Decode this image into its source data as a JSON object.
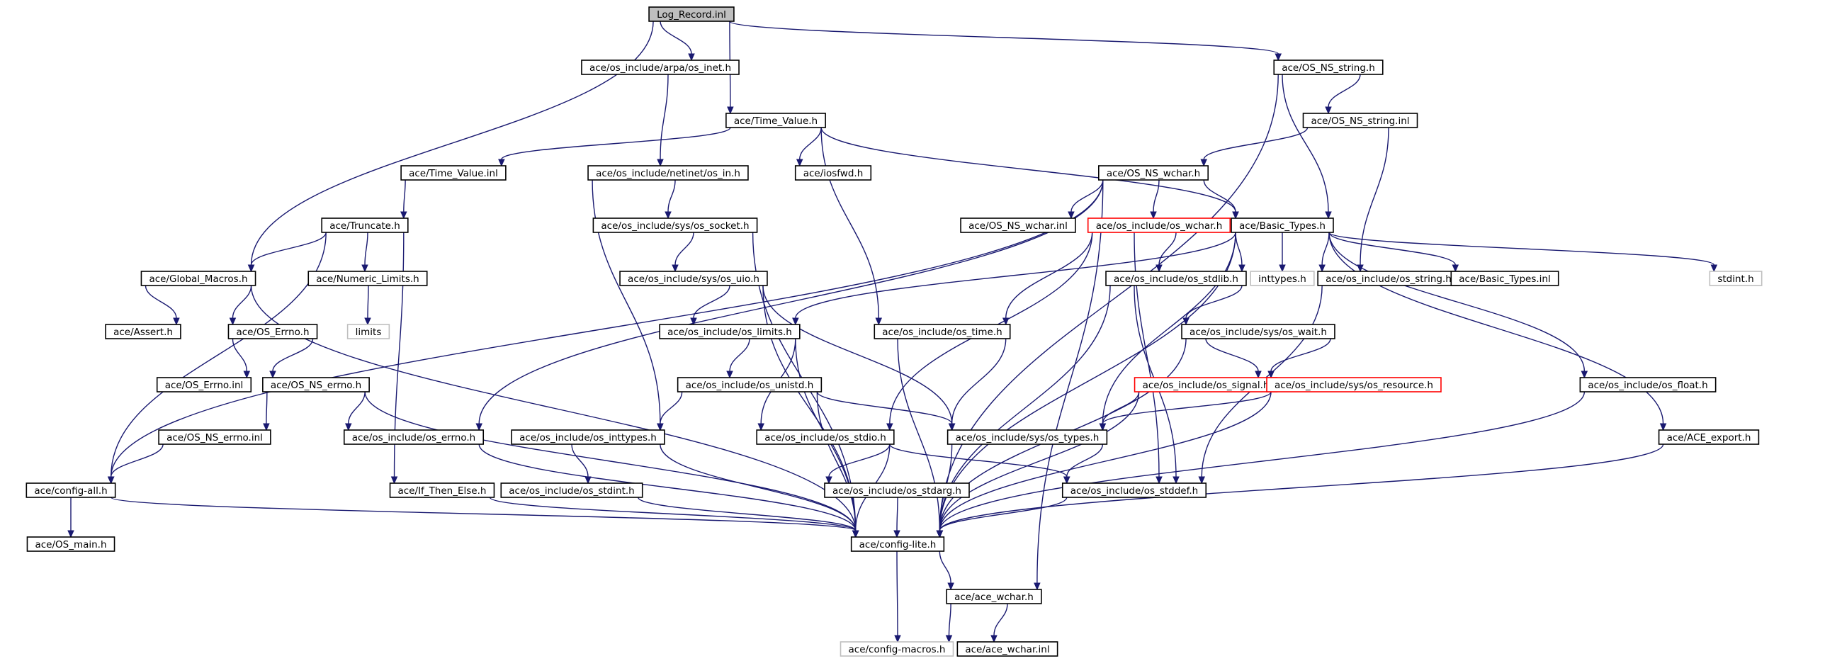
{
  "colors": {
    "edge": "#191970",
    "root_fill": "#bfbfbf",
    "node_border": "#000000",
    "incomplete_border": "#ff0000",
    "external_border": "#bfbfbf",
    "external_text": "#808080"
  },
  "nodes": [
    {
      "id": "n_logrec",
      "label": "Log_Record.inl",
      "kind": "root"
    },
    {
      "id": "n_arpa",
      "label": "ace/os_include/arpa/os_inet.h",
      "kind": "normal"
    },
    {
      "id": "n_nsstring",
      "label": "ace/OS_NS_string.h",
      "kind": "normal"
    },
    {
      "id": "n_timevalue",
      "label": "ace/Time_Value.h",
      "kind": "normal"
    },
    {
      "id": "n_nsstringinl",
      "label": "ace/OS_NS_string.inl",
      "kind": "normal"
    },
    {
      "id": "n_timevalueinl",
      "label": "ace/Time_Value.inl",
      "kind": "normal"
    },
    {
      "id": "n_netin",
      "label": "ace/os_include/netinet/os_in.h",
      "kind": "normal"
    },
    {
      "id": "n_iosfwd",
      "label": "ace/iosfwd.h",
      "kind": "normal"
    },
    {
      "id": "n_nswchar",
      "label": "ace/OS_NS_wchar.h",
      "kind": "normal"
    },
    {
      "id": "n_truncate",
      "label": "ace/Truncate.h",
      "kind": "normal"
    },
    {
      "id": "n_syssocket",
      "label": "ace/os_include/sys/os_socket.h",
      "kind": "normal"
    },
    {
      "id": "n_nswcharinl",
      "label": "ace/OS_NS_wchar.inl",
      "kind": "normal"
    },
    {
      "id": "n_oswchar",
      "label": "ace/os_include/os_wchar.h",
      "kind": "incomplete"
    },
    {
      "id": "n_basictypes",
      "label": "ace/Basic_Types.h",
      "kind": "normal"
    },
    {
      "id": "n_globalmacros",
      "label": "ace/Global_Macros.h",
      "kind": "normal"
    },
    {
      "id": "n_numlimits",
      "label": "ace/Numeric_Limits.h",
      "kind": "normal"
    },
    {
      "id": "n_sysuio",
      "label": "ace/os_include/sys/os_uio.h",
      "kind": "normal"
    },
    {
      "id": "n_oststdlib",
      "label": "ace/os_include/os_stdlib.h",
      "kind": "normal"
    },
    {
      "id": "n_inttypes",
      "label": "inttypes.h",
      "kind": "external"
    },
    {
      "id": "n_osstring",
      "label": "ace/os_include/os_string.h",
      "kind": "normal"
    },
    {
      "id": "n_basictypesinl",
      "label": "ace/Basic_Types.inl",
      "kind": "normal"
    },
    {
      "id": "n_stdint",
      "label": "stdint.h",
      "kind": "external"
    },
    {
      "id": "n_assert",
      "label": "ace/Assert.h",
      "kind": "normal"
    },
    {
      "id": "n_oserrno",
      "label": "ace/OS_Errno.h",
      "kind": "normal"
    },
    {
      "id": "n_limits",
      "label": "limits",
      "kind": "external"
    },
    {
      "id": "n_oslimits",
      "label": "ace/os_include/os_limits.h",
      "kind": "normal"
    },
    {
      "id": "n_ostime",
      "label": "ace/os_include/os_time.h",
      "kind": "normal"
    },
    {
      "id": "n_syswait",
      "label": "ace/os_include/sys/os_wait.h",
      "kind": "normal"
    },
    {
      "id": "n_oserrnoinl",
      "label": "ace/OS_Errno.inl",
      "kind": "normal"
    },
    {
      "id": "n_osnserrno",
      "label": "ace/OS_NS_errno.h",
      "kind": "normal"
    },
    {
      "id": "n_osunistd",
      "label": "ace/os_include/os_unistd.h",
      "kind": "normal"
    },
    {
      "id": "n_ossignal",
      "label": "ace/os_include/os_signal.h",
      "kind": "incomplete"
    },
    {
      "id": "n_sysresource",
      "label": "ace/os_include/sys/os_resource.h",
      "kind": "incomplete"
    },
    {
      "id": "n_osfloat",
      "label": "ace/os_include/os_float.h",
      "kind": "normal"
    },
    {
      "id": "n_osnserrnoinl",
      "label": "ace/OS_NS_errno.inl",
      "kind": "normal"
    },
    {
      "id": "n_oserrnoh",
      "label": "ace/os_include/os_errno.h",
      "kind": "normal"
    },
    {
      "id": "n_osinttypes",
      "label": "ace/os_include/os_inttypes.h",
      "kind": "normal"
    },
    {
      "id": "n_osstdio",
      "label": "ace/os_include/os_stdio.h",
      "kind": "normal"
    },
    {
      "id": "n_systypes",
      "label": "ace/os_include/sys/os_types.h",
      "kind": "normal"
    },
    {
      "id": "n_aceexport",
      "label": "ace/ACE_export.h",
      "kind": "normal"
    },
    {
      "id": "n_configall",
      "label": "ace/config-all.h",
      "kind": "normal"
    },
    {
      "id": "n_ifthenelse",
      "label": "ace/If_Then_Else.h",
      "kind": "normal"
    },
    {
      "id": "n_osstdint",
      "label": "ace/os_include/os_stdint.h",
      "kind": "normal"
    },
    {
      "id": "n_osstdarg",
      "label": "ace/os_include/os_stdarg.h",
      "kind": "normal"
    },
    {
      "id": "n_osstddef",
      "label": "ace/os_include/os_stddef.h",
      "kind": "normal"
    },
    {
      "id": "n_osmain",
      "label": "ace/OS_main.h",
      "kind": "normal"
    },
    {
      "id": "n_configlite",
      "label": "ace/config-lite.h",
      "kind": "normal"
    },
    {
      "id": "n_acewchar",
      "label": "ace/ace_wchar.h",
      "kind": "normal"
    },
    {
      "id": "n_configmacros",
      "label": "ace/config-macros.h",
      "kind": "external"
    },
    {
      "id": "n_acewcharinl",
      "label": "ace/ace_wchar.inl",
      "kind": "normal"
    }
  ],
  "edges": [
    [
      "n_logrec",
      "n_arpa"
    ],
    [
      "n_logrec",
      "n_timevalue"
    ],
    [
      "n_logrec",
      "n_nsstring"
    ],
    [
      "n_logrec",
      "n_globalmacros"
    ],
    [
      "n_arpa",
      "n_netin"
    ],
    [
      "n_timevalue",
      "n_timevalueinl"
    ],
    [
      "n_timevalue",
      "n_iosfwd"
    ],
    [
      "n_timevalue",
      "n_basictypes"
    ],
    [
      "n_timevalue",
      "n_ostime"
    ],
    [
      "n_nsstring",
      "n_nsstringinl"
    ],
    [
      "n_nsstring",
      "n_basictypes"
    ],
    [
      "n_nsstring",
      "n_configlite"
    ],
    [
      "n_nsstringinl",
      "n_nswchar"
    ],
    [
      "n_nsstringinl",
      "n_osstring"
    ],
    [
      "n_timevalueinl",
      "n_truncate"
    ],
    [
      "n_netin",
      "n_syssocket"
    ],
    [
      "n_netin",
      "n_osinttypes"
    ],
    [
      "n_nswchar",
      "n_nswcharinl"
    ],
    [
      "n_nswchar",
      "n_oswchar"
    ],
    [
      "n_nswchar",
      "n_basictypes"
    ],
    [
      "n_nswchar",
      "n_configall"
    ],
    [
      "n_nswchar",
      "n_oserrnoh"
    ],
    [
      "n_nswchar",
      "n_acewchar"
    ],
    [
      "n_truncate",
      "n_globalmacros"
    ],
    [
      "n_truncate",
      "n_numlimits"
    ],
    [
      "n_truncate",
      "n_configall"
    ],
    [
      "n_truncate",
      "n_ifthenelse"
    ],
    [
      "n_syssocket",
      "n_sysuio"
    ],
    [
      "n_syssocket",
      "n_configlite"
    ],
    [
      "n_oswchar",
      "n_oststdlib"
    ],
    [
      "n_oswchar",
      "n_ostime"
    ],
    [
      "n_oswchar",
      "n_osstdio"
    ],
    [
      "n_oswchar",
      "n_osstddef"
    ],
    [
      "n_basictypes",
      "n_oslimits"
    ],
    [
      "n_basictypes",
      "n_oststdlib"
    ],
    [
      "n_basictypes",
      "n_inttypes"
    ],
    [
      "n_basictypes",
      "n_osstring"
    ],
    [
      "n_basictypes",
      "n_basictypesinl"
    ],
    [
      "n_basictypes",
      "n_stdint"
    ],
    [
      "n_basictypes",
      "n_osfloat"
    ],
    [
      "n_basictypes",
      "n_aceexport"
    ],
    [
      "n_basictypes",
      "n_systypes"
    ],
    [
      "n_basictypes",
      "n_configlite"
    ],
    [
      "n_globalmacros",
      "n_assert"
    ],
    [
      "n_globalmacros",
      "n_oserrno"
    ],
    [
      "n_globalmacros",
      "n_configlite"
    ],
    [
      "n_numlimits",
      "n_limits"
    ],
    [
      "n_sysuio",
      "n_oslimits"
    ],
    [
      "n_sysuio",
      "n_systypes"
    ],
    [
      "n_sysuio",
      "n_configlite"
    ],
    [
      "n_oststdlib",
      "n_syswait"
    ],
    [
      "n_oststdlib",
      "n_osstddef"
    ],
    [
      "n_oststdlib",
      "n_configlite"
    ],
    [
      "n_osstring",
      "n_osstddef"
    ],
    [
      "n_oserrno",
      "n_oserrnoinl"
    ],
    [
      "n_oserrno",
      "n_osnserrno"
    ],
    [
      "n_oslimits",
      "n_osunistd"
    ],
    [
      "n_oslimits",
      "n_osstdio"
    ],
    [
      "n_oslimits",
      "n_configlite"
    ],
    [
      "n_ostime",
      "n_systypes"
    ],
    [
      "n_ostime",
      "n_configlite"
    ],
    [
      "n_syswait",
      "n_ossignal"
    ],
    [
      "n_syswait",
      "n_sysresource"
    ],
    [
      "n_syswait",
      "n_configlite"
    ],
    [
      "n_osnserrno",
      "n_osnserrnoinl"
    ],
    [
      "n_osnserrno",
      "n_oserrnoh"
    ],
    [
      "n_osnserrno",
      "n_configlite"
    ],
    [
      "n_osunistd",
      "n_osinttypes"
    ],
    [
      "n_osunistd",
      "n_systypes"
    ],
    [
      "n_osunistd",
      "n_configlite"
    ],
    [
      "n_ossignal",
      "n_systypes"
    ],
    [
      "n_ossignal",
      "n_configlite"
    ],
    [
      "n_sysresource",
      "n_systypes"
    ],
    [
      "n_sysresource",
      "n_configlite"
    ],
    [
      "n_osfloat",
      "n_configlite"
    ],
    [
      "n_osnserrnoinl",
      "n_configall"
    ],
    [
      "n_oserrnoh",
      "n_configlite"
    ],
    [
      "n_osinttypes",
      "n_osstdint"
    ],
    [
      "n_osinttypes",
      "n_configlite"
    ],
    [
      "n_osstdio",
      "n_osstdarg"
    ],
    [
      "n_osstdio",
      "n_osstddef"
    ],
    [
      "n_osstdio",
      "n_configlite"
    ],
    [
      "n_systypes",
      "n_osstddef"
    ],
    [
      "n_systypes",
      "n_configlite"
    ],
    [
      "n_aceexport",
      "n_configlite"
    ],
    [
      "n_configall",
      "n_osmain"
    ],
    [
      "n_configall",
      "n_configlite"
    ],
    [
      "n_ifthenelse",
      "n_configlite"
    ],
    [
      "n_osstdint",
      "n_configlite"
    ],
    [
      "n_osstdarg",
      "n_configlite"
    ],
    [
      "n_osstddef",
      "n_configlite"
    ],
    [
      "n_configlite",
      "n_acewchar"
    ],
    [
      "n_configlite",
      "n_configmacros"
    ],
    [
      "n_acewchar",
      "n_configmacros"
    ],
    [
      "n_acewchar",
      "n_acewcharinl"
    ]
  ]
}
